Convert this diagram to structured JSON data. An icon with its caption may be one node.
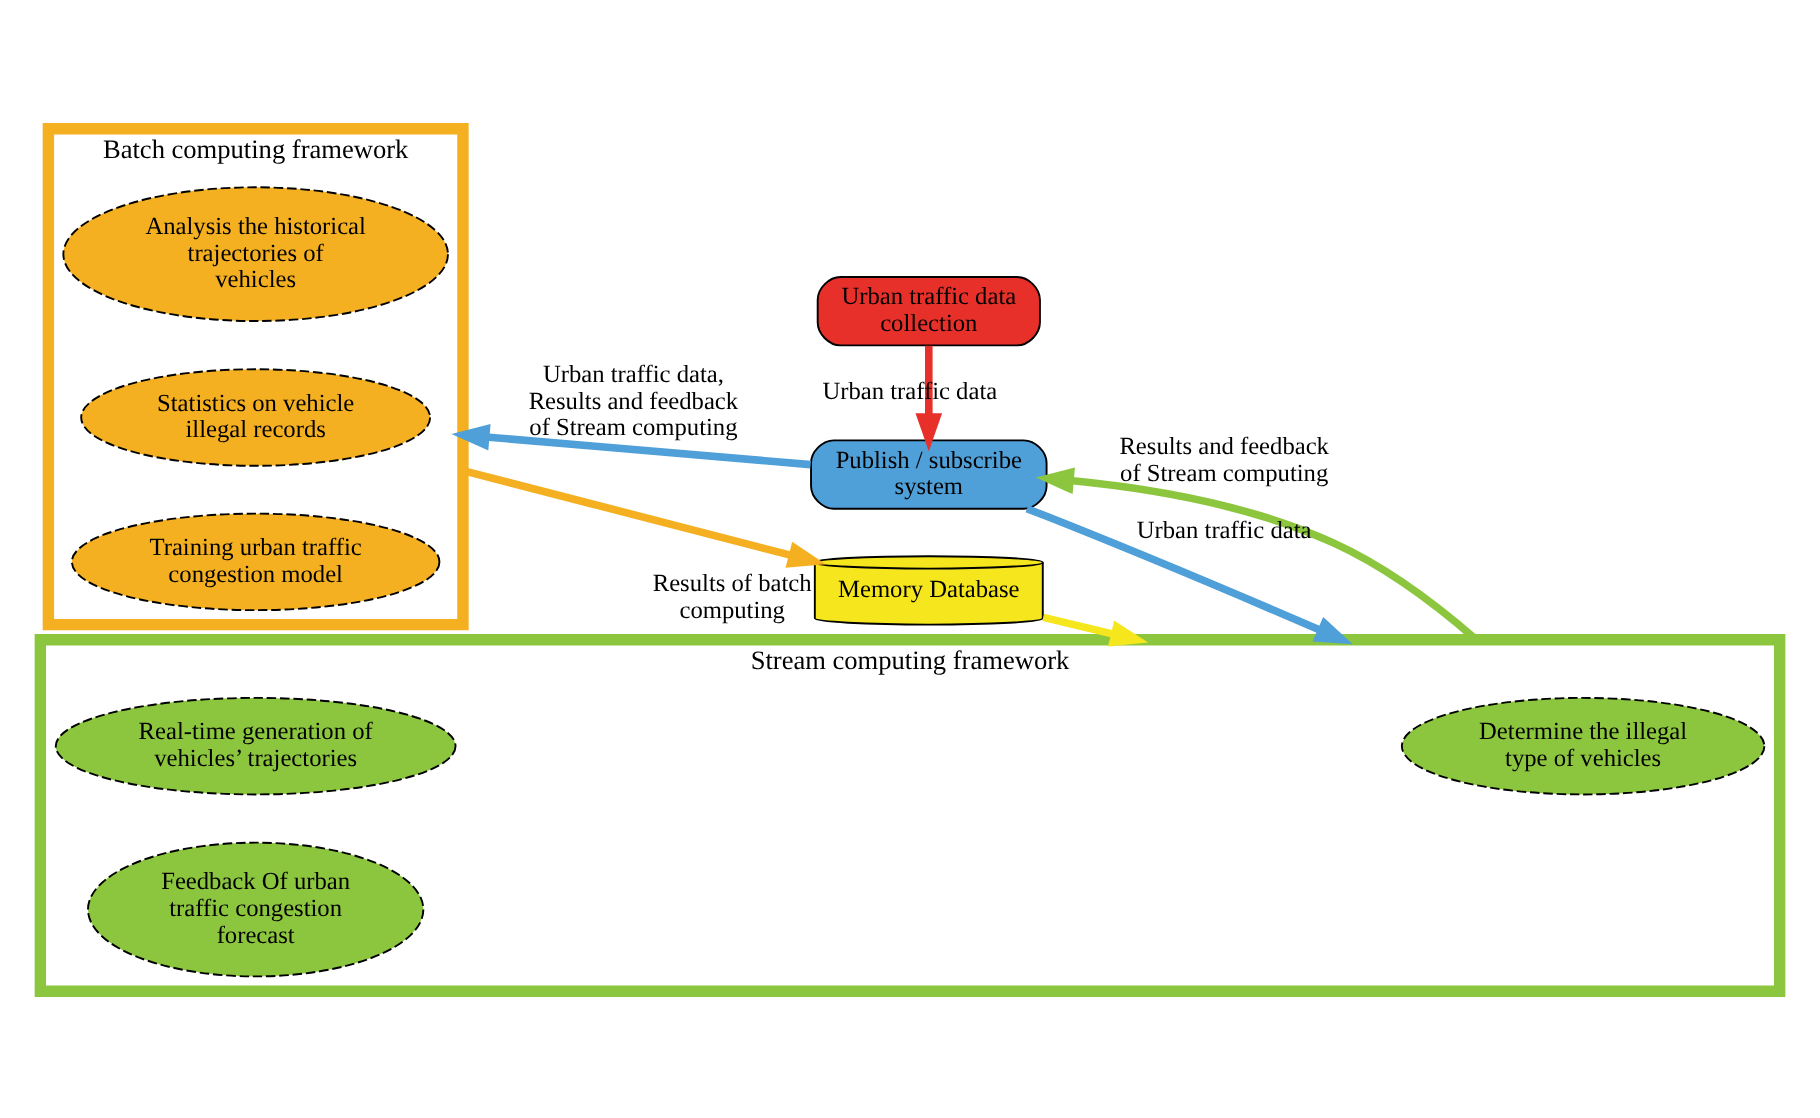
{
  "diagram": {
    "nodes": [
      {
        "text": [
          "Batch computing framework"
        ]
      },
      {
        "text": [
          "Analysis the historical trajectories of  vehicles"
        ],
        "in": 0
      },
      {
        "text": [
          "Statistics on vehicle illegal records"
        ],
        "in": 0
      },
      {
        "text": [
          "Training urban traffic congestion model"
        ],
        "in": 0
      },
      {
        "text": [
          "Memory Database"
        ],
        "beside": [
          "Results of batch computing"
        ]
      },
      {
        "text": [
          "Stream computing framework"
        ]
      },
      {
        "text": [
          "Real-time generation of vehicles’ trajectories"
        ],
        "in": 5
      },
      {
        "text": [
          "Determine the illegal type of vehicles"
        ],
        "in": 5
      },
      {
        "text": [
          "Feedback Of urban traffic congestion forecast"
        ],
        "in": 5
      },
      {
        "text": [
          "Publish / subscribe system"
        ]
      },
      {
        "text": [
          "Urban traffic data collection"
        ]
      }
    ],
    "edges": [
      {
        "from": 0,
        "to": 4,
        "arrow": "to",
        "color": "#f5b021"
      },
      {
        "from": 4,
        "to": 5,
        "arrow": "to",
        "color": "#f5e61e"
      },
      {
        "from": 5,
        "to": 9,
        "arrow": "to",
        "label": "Results and feedback of Stream computing",
        "color": "#8cc63f"
      },
      {
        "from": 9,
        "to": 0,
        "arrow": "to",
        "label": "Urban traffic data, Results and feedback of Stream computing"
      },
      {
        "from": 9,
        "to": 5,
        "arrow": "to",
        "label": "Urban traffic data"
      },
      {
        "from": 10,
        "to": 9,
        "arrow": "to",
        "label": "Urban traffic data",
        "color": "#e8302a"
      }
    ]
  }
}
